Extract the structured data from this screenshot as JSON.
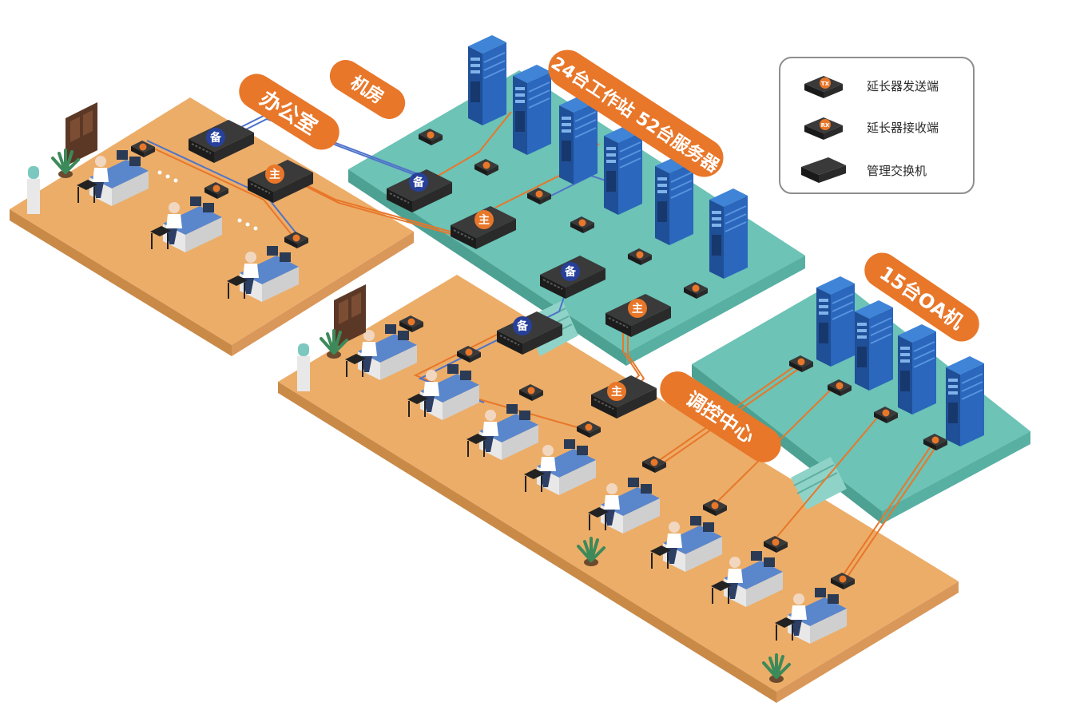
{
  "labels": {
    "office": "办公室",
    "machine_room": "机房",
    "workstations_servers": "24台工作站 52台服务器",
    "oa": "15台OA机",
    "control_center": "调控中心"
  },
  "badges": {
    "backup": "备",
    "main": "主",
    "tx": "TX",
    "rx": "RX"
  },
  "legend": {
    "items": [
      {
        "label": "延长器发送端",
        "icon": "extender-tx-icon"
      },
      {
        "label": "延长器接收端",
        "icon": "extender-rx-icon"
      },
      {
        "label": "管理交换机",
        "icon": "switch-icon"
      }
    ]
  },
  "colors": {
    "orange_floor": "#ecad68",
    "teal_floor": "#6cc3b6",
    "label_orange": "#e8772a",
    "rack_blue": "#2563b5",
    "badge_backup": "#27409a",
    "badge_main": "#e8772a",
    "cable_orange": "#e8772a",
    "cable_blue": "#4f73c9"
  }
}
